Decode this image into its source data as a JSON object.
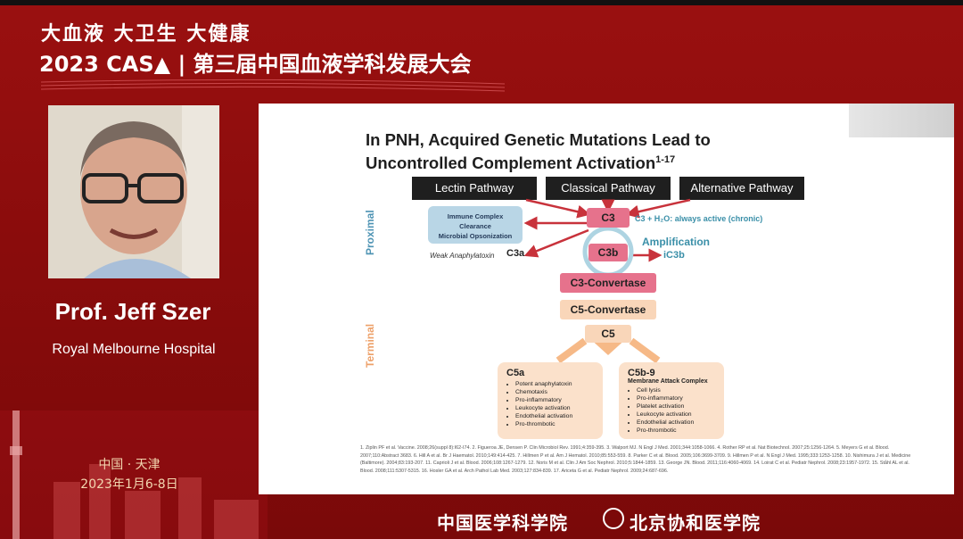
{
  "header": {
    "slogan": "大血液  大卫生  大健康",
    "title": "2023 CAS▲ | 第三届中国血液学科发展大会"
  },
  "speaker": {
    "name": "Prof. Jeff Szer",
    "affiliation": "Royal Melbourne Hospital"
  },
  "event": {
    "location": "中国 · 天津",
    "dates": "2023年1月6-8日"
  },
  "footer": {
    "left": "中国医学科学院",
    "right": "北京协和医学院"
  },
  "slide": {
    "title_line1": "In PNH, Acquired Genetic Mutations Lead to",
    "title_line2": "Uncontrolled Complement Activation",
    "title_sup": "1-17",
    "pathways": [
      "Lectin Pathway",
      "Classical Pathway",
      "Alternative Pathway"
    ],
    "labels": {
      "proximal": "Proximal",
      "terminal": "Terminal"
    },
    "blue_box": {
      "line1": "Immune Complex",
      "line2": "Clearance",
      "line3": "Microbial Opsonization"
    },
    "c3": "C3",
    "c3_note": "C3 + H₂O: always active (chronic)",
    "weak": "Weak Anaphylatoxin",
    "c3a": "C3a",
    "c3b": "C3b",
    "amplification": "Amplification",
    "ic3b": "iC3b",
    "c3conv": "C3-Convertase",
    "c5conv": "C5-Convertase",
    "c5": "C5",
    "c5a": {
      "title": "C5a",
      "items": [
        "Potent anaphylatoxin",
        "Chemotaxis",
        "Pro-inflammatory",
        "Leukocyte activation",
        "Endothelial activation",
        "Pro-thrombotic"
      ]
    },
    "c5b9": {
      "title": "C5b-9",
      "subtitle": "Membrane Attack Complex",
      "items": [
        "Cell lysis",
        "Pro-inflammatory",
        "Platelet activation",
        "Leukocyte activation",
        "Endothelial activation",
        "Pro-thrombotic"
      ]
    },
    "references": "1. Ziplin PF et al. Vaccine. 2008;26(suppl 8):I62-I74. 2. Figueroa JE, Densen P. Clin Microbiol Rev. 1991;4:359-395. 3. Walport MJ. N Engl J Med. 2001;344:1058-1066. 4. Rother RP et al. Nat Biotechnol. 2007;25:1256-1264. 5. Meyers G et al. Blood. 2007;110:Abstract 3683. 6. Hill A et al. Br J Haematol. 2010;149:414-425. 7. Hillmen P et al. Am J Hematol. 2010;85:553-559. 8. Parker C et al. Blood. 2005;106:3699-3709. 9. Hillmen P et al. N Engl J Med. 1995;333:1253-1258. 10. Nishimura J et al. Medicine (Baltimore). 2004;83:193-207. 11. Caprioli J et al. Blood. 2006;108:1267-1279. 12. Noris M et al. Clin J Am Soc Nephrol. 2010;5:1844-1859. 13. George JN. Blood. 2011;116:4060-4069. 14. Loirat C et al. Pediatr Nephrol. 2008;23:1957-1972. 15. Ståhl AL et al. Blood. 2008;111:5307-5315. 16. Hosler GA et al. Arch Pathol Lab Med. 2003;127:834-839. 17. Ariceta G et al. Pediatr Nephrol. 2009;24:687-696.",
    "colors": {
      "pink": "#e6728c",
      "peach": "#f9d6b9",
      "dark": "#1f1f1f",
      "teal": "#3a8fa8"
    }
  }
}
